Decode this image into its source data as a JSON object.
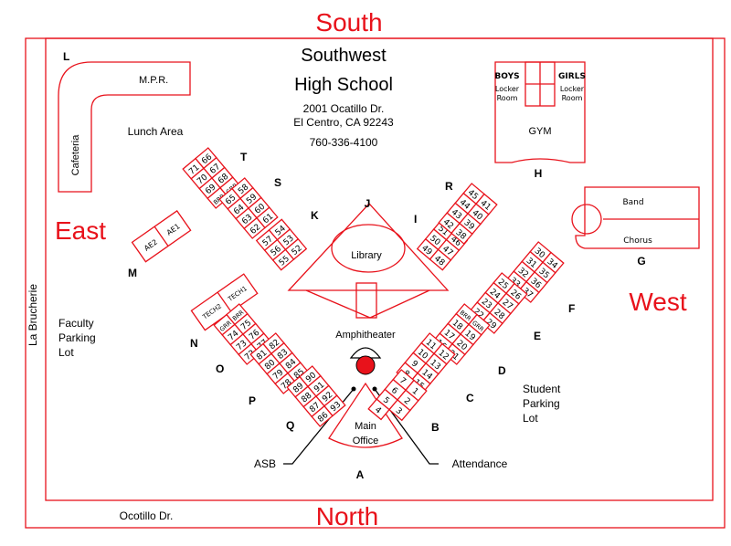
{
  "directions": {
    "south": "South",
    "north": "North",
    "east": "East",
    "west": "West"
  },
  "school": {
    "name_line1": "Southwest",
    "name_line2": "High School",
    "address1": "2001 Ocatillo Dr.",
    "address2": "El Centro, CA 92243",
    "phone": "760-336-4100"
  },
  "streets": {
    "west_side": "La Brucherie",
    "south_side": "Ocotillo Dr."
  },
  "areas": {
    "mpr": "M.P.R.",
    "cafeteria": "Cafeteria",
    "lunch": "Lunch Area",
    "gym": "GYM",
    "boys_locker_1": "BOYS",
    "boys_locker_2": "Locker",
    "boys_locker_3": "Room",
    "girls_locker_1": "GIRLS",
    "girls_locker_2": "Locker",
    "girls_locker_3": "Room",
    "band": "Band",
    "chorus": "Chorus",
    "library": "Library",
    "amphitheater": "Amphitheater",
    "main_office_1": "Main",
    "main_office_2": "Office",
    "asb": "ASB",
    "attendance": "Attendance",
    "faculty_1": "Faculty",
    "faculty_2": "Parking",
    "faculty_3": "Lot",
    "student_1": "Student",
    "student_2": "Parking",
    "student_3": "Lot",
    "ae1": "AE1",
    "ae2": "AE2",
    "tech1": "TECH1",
    "tech2": "TECH2"
  },
  "building_letters": [
    "A",
    "B",
    "C",
    "D",
    "E",
    "F",
    "G",
    "H",
    "I",
    "J",
    "K",
    "L",
    "M",
    "N",
    "O",
    "P",
    "Q",
    "R",
    "S",
    "T"
  ],
  "rooms": {
    "T": [
      "71",
      "66",
      "70",
      "67",
      "69",
      "68",
      "BRR",
      "GRR"
    ],
    "S": [
      "65",
      "58",
      "64",
      "59",
      "63",
      "60",
      "62",
      "61"
    ],
    "K": [
      "57",
      "54",
      "56",
      "53",
      "55",
      "52"
    ],
    "I": [
      "51",
      "46",
      "50",
      "47",
      "49",
      "48"
    ],
    "R": [
      "45",
      "41",
      "44",
      "40",
      "43",
      "39",
      "42",
      "38"
    ],
    "F": [
      "30",
      "34",
      "31",
      "35",
      "32",
      "36",
      "33",
      "37"
    ],
    "E": [
      "25",
      "26",
      "24",
      "27",
      "23",
      "28",
      "22",
      "29"
    ],
    "D": [
      "BRR",
      "GRR",
      "18",
      "19",
      "17",
      "20",
      "16",
      "21"
    ],
    "C": [
      "11",
      "12",
      "10",
      "13",
      "9",
      "14",
      "8",
      "15"
    ],
    "B": [
      "7",
      "1",
      "6",
      "2",
      "5",
      "3",
      "4"
    ],
    "N": [
      "GRR",
      "BRR",
      "74",
      "75",
      "73",
      "76",
      "72",
      "77"
    ],
    "O": [
      "81",
      "82",
      "80",
      "83",
      "79",
      "84",
      "78",
      "85"
    ],
    "Q": [
      "89",
      "90",
      "88",
      "91",
      "87",
      "92",
      "86",
      "93"
    ]
  }
}
